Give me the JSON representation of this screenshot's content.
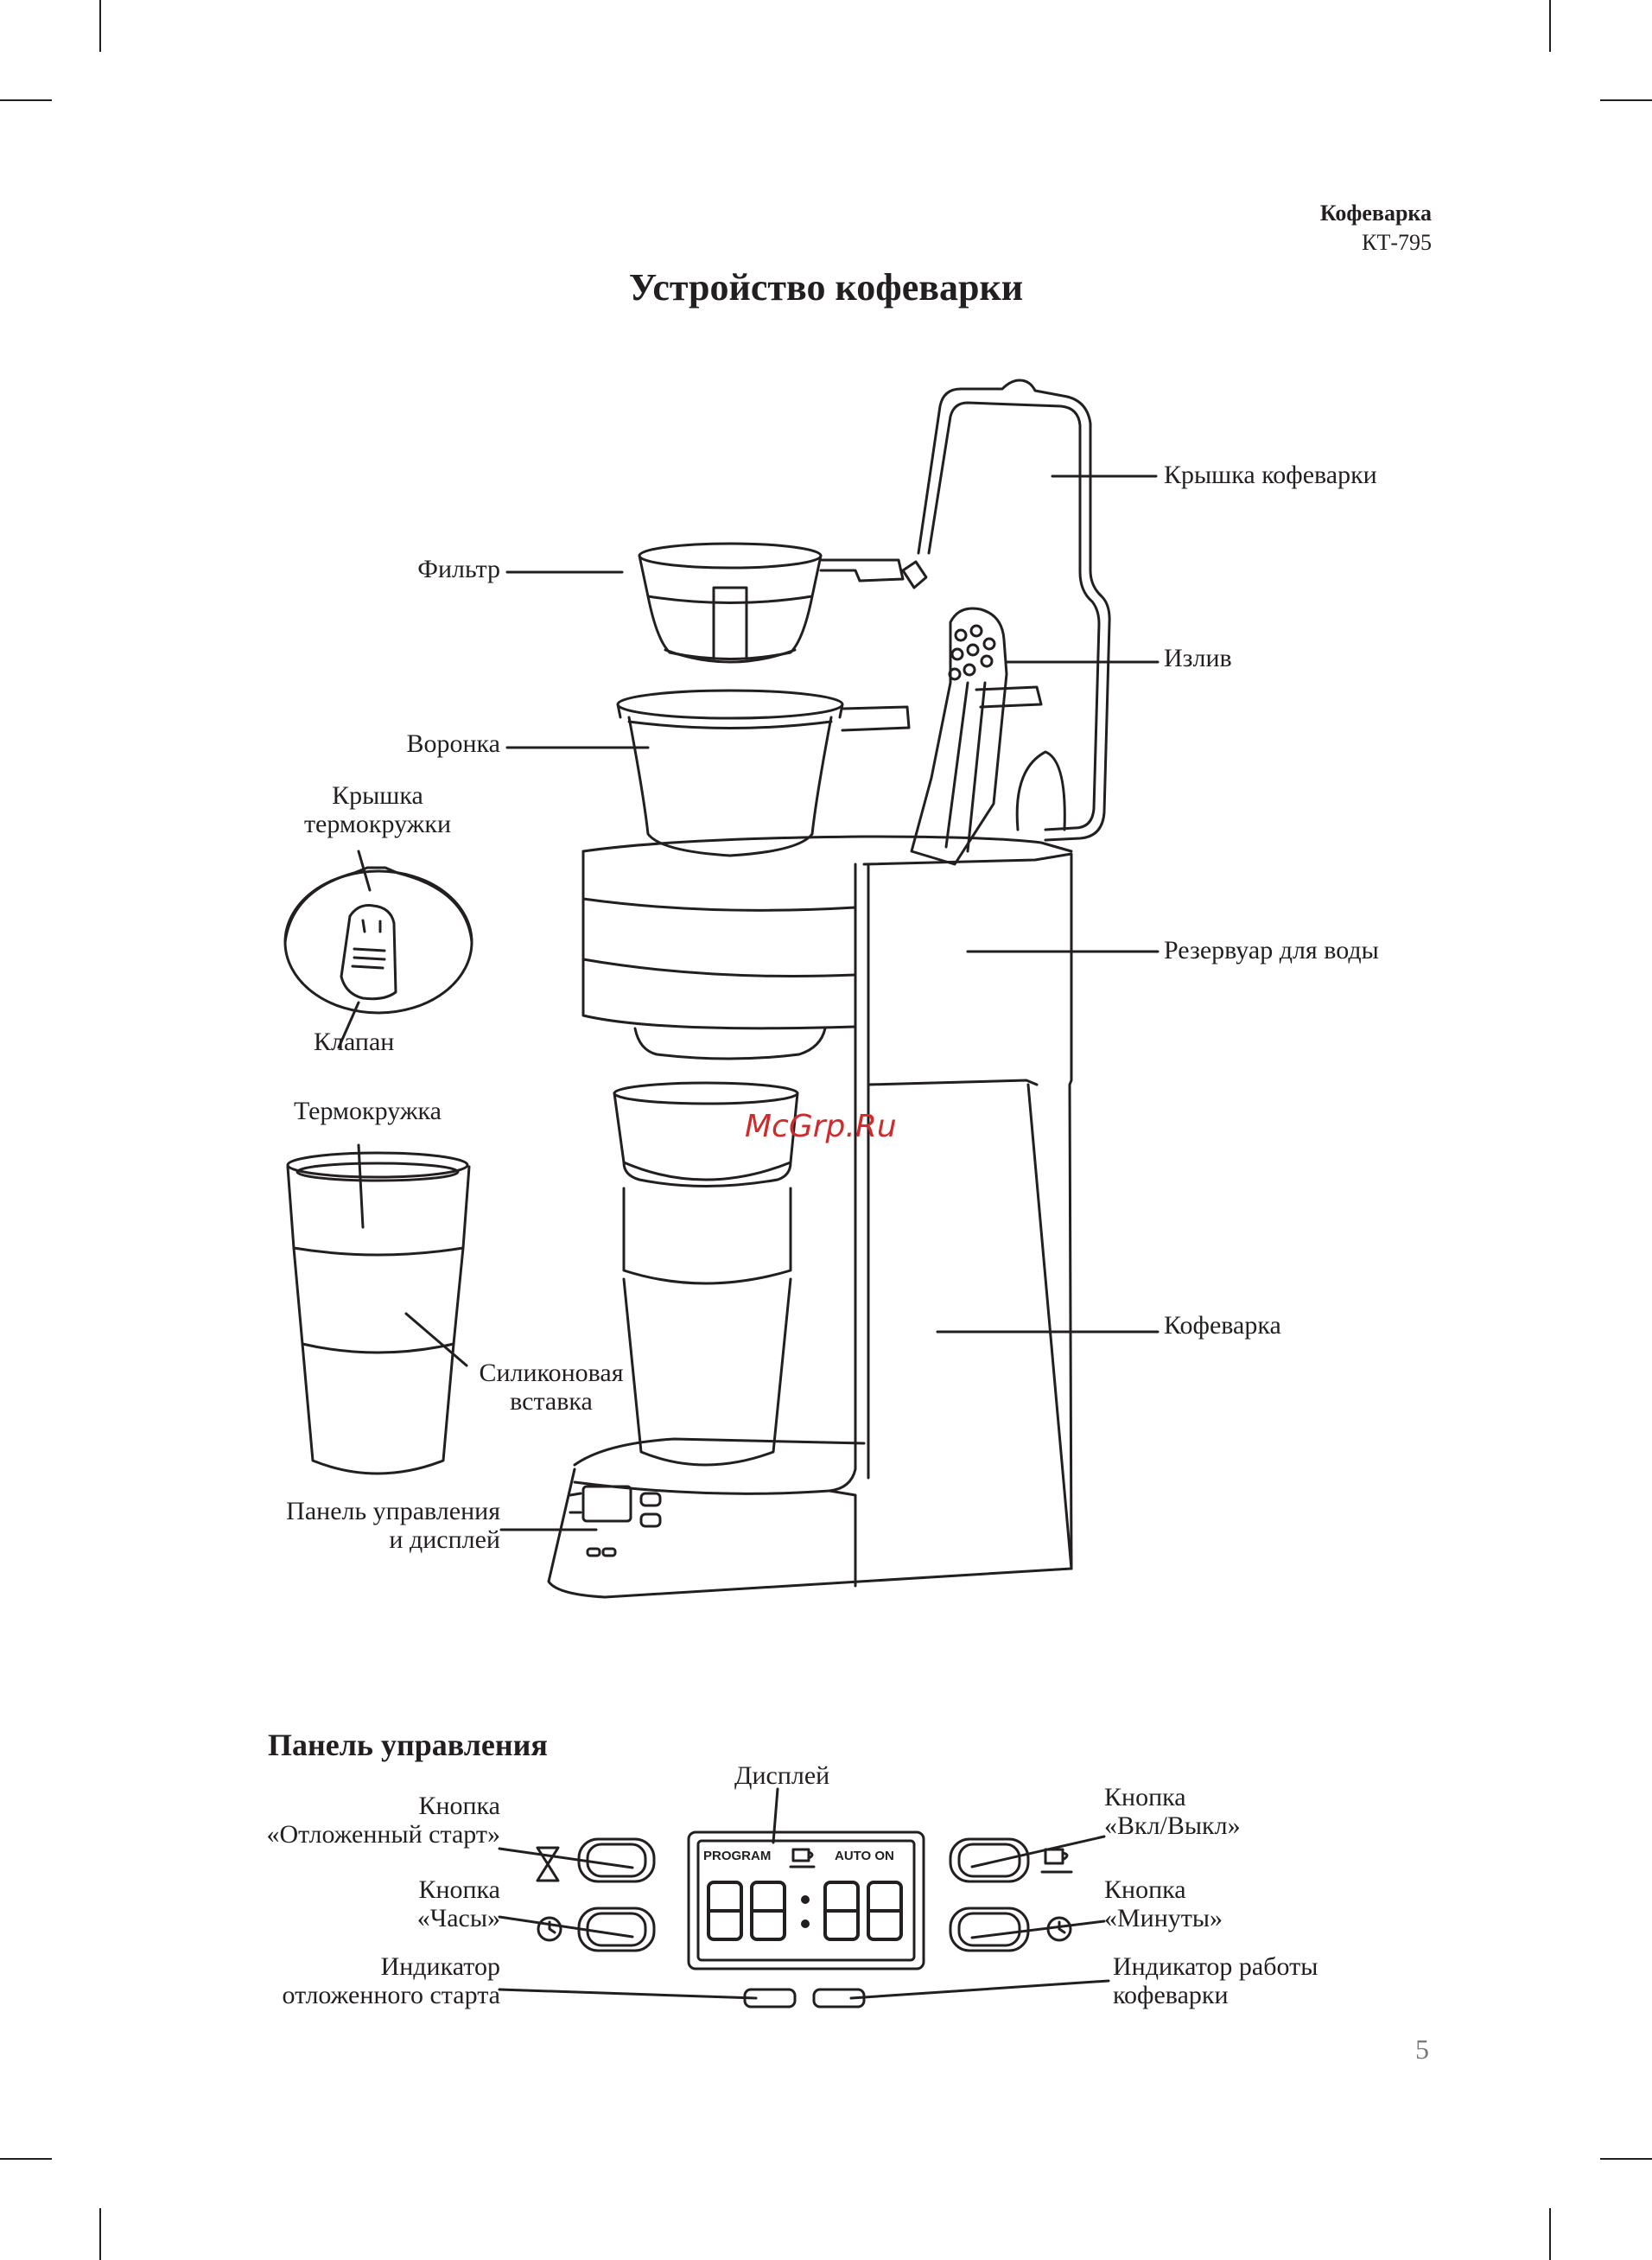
{
  "header": {
    "product": "Кофеварка",
    "model": "КТ-795"
  },
  "title": "Устройство кофеварки",
  "labels": {
    "lid": "Крышка кофеварки",
    "filter": "Фильтр",
    "spout": "Излив",
    "funnel": "Воронка",
    "mug_lid_1": "Крышка",
    "mug_lid_2": "термокружки",
    "valve": "Клапан",
    "reservoir": "Резервуар для воды",
    "thermo_mug": "Термокружка",
    "coffee_maker": "Кофеварка",
    "silicone_1": "Силиконовая",
    "silicone_2": "вставка",
    "panel_display_1": "Панель управления",
    "panel_display_2": "и дисплей"
  },
  "watermark": "McGrp.Ru",
  "control_panel": {
    "title": "Панель управления",
    "display_label": "Дисплей",
    "delay_button_1": "Кнопка",
    "delay_button_2": "«Отложенный старт»",
    "power_button_1": "Кнопка",
    "power_button_2": "«Вкл/Выкл»",
    "clock_button_1": "Кнопка",
    "clock_button_2": "«Часы»",
    "minutes_button_1": "Кнопка",
    "minutes_button_2": "«Минуты»",
    "delay_indicator_1": "Индикатор",
    "delay_indicator_2": "отложенного старта",
    "work_indicator_1": "Индикатор работы",
    "work_indicator_2": "кофеварки",
    "display_program": "PROGRAM",
    "display_auto_on": "AUTO ON",
    "display_digits": "88:88"
  },
  "page_number": "5"
}
